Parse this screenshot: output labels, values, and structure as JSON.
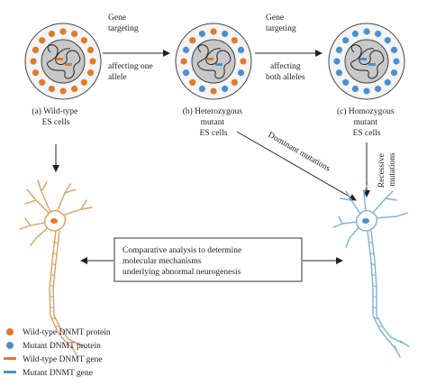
{
  "cells": [
    {
      "caption": [
        "(a) Wild-type",
        "ES cells"
      ]
    },
    {
      "caption": [
        "(b) Heterozygous",
        "mutant",
        "ES cells"
      ]
    },
    {
      "caption": [
        "(c) Homozygous",
        "mutant",
        "ES cells"
      ]
    }
  ],
  "arrows": {
    "gene_targeting_1": [
      "Gene",
      "targeting"
    ],
    "affecting_one": [
      "affecting one",
      "allele"
    ],
    "gene_targeting_2": [
      "Gene",
      "targeting"
    ],
    "affecting_both": [
      "affecting",
      "both alleles"
    ],
    "dominant": "Dominant mutations",
    "recessive": [
      "Recessive",
      "mutations"
    ]
  },
  "analysis_box": [
    "Comparative analysis to determine",
    "molecular mechanisms",
    "underlying abnormal neurogenesis"
  ],
  "legend": [
    {
      "label": "Wild-type DNMT protein",
      "kind": "dot",
      "color": "#e07a2a"
    },
    {
      "label": "Mutant DNMT protein",
      "kind": "dot",
      "color": "#4a90d0"
    },
    {
      "label": "Wild-type DNMT gene",
      "kind": "bar",
      "color": "#e07a2a"
    },
    {
      "label": "Mutant DNMT gene",
      "kind": "bar",
      "color": "#4a90d0"
    }
  ],
  "colors": {
    "wildtype": "#e07a2a",
    "mutant": "#4a90d0",
    "neuron_wt": "#d9a066",
    "neuron_mut": "#7fb0d8"
  }
}
